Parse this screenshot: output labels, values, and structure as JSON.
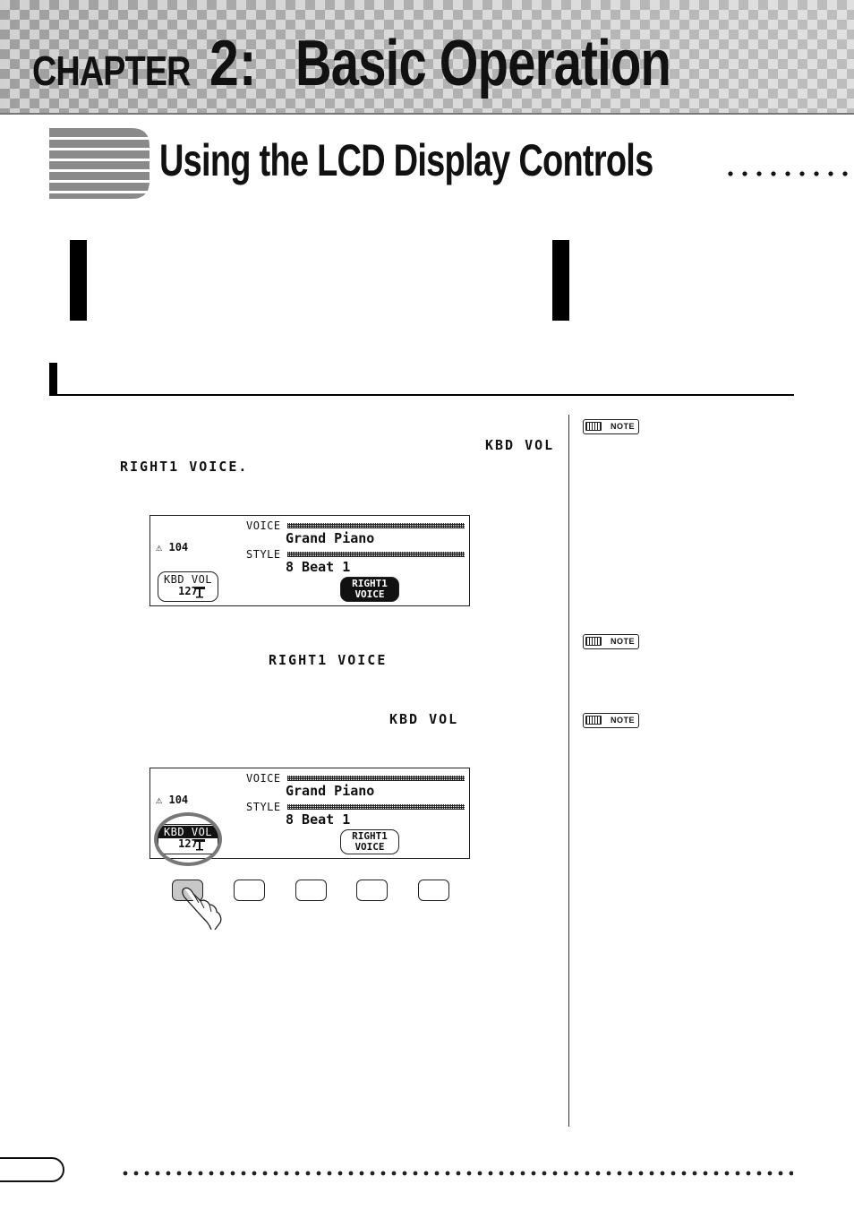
{
  "chapter": {
    "word": "CHAPTER",
    "number": "2:",
    "title": "Basic Operation"
  },
  "section": {
    "title": "Using the LCD Display Controls"
  },
  "terms": {
    "kbd_vol": "KBD VOL",
    "right1_voice_period": "RIGHT1 VOICE.",
    "right1_voice": "RIGHT1 VOICE",
    "kbd_vol_2": "KBD VOL"
  },
  "notes": [
    {
      "label": "NOTE"
    },
    {
      "label": "NOTE"
    },
    {
      "label": "NOTE"
    }
  ],
  "lcd_screens": [
    {
      "tempo": "104",
      "voice_label": "VOICE",
      "voice_value": "Grand Piano",
      "style_label": "STYLE",
      "style_value": "8 Beat 1",
      "kbd_vol_label": "KBD VOL",
      "kbd_vol_value": "127",
      "right1_line1": "RIGHT1",
      "right1_line2": "VOICE",
      "selected": "right1"
    },
    {
      "tempo": "104",
      "voice_label": "VOICE",
      "voice_value": "Grand Piano",
      "style_label": "STYLE",
      "style_value": "8 Beat 1",
      "kbd_vol_label": "KBD VOL",
      "kbd_vol_value": "127",
      "right1_line1": "RIGHT1",
      "right1_line2": "VOICE",
      "selected": "kbd_vol"
    }
  ],
  "icons": [
    "metronome-icon",
    "note-icon",
    "slider-icon",
    "pointing-finger-icon"
  ]
}
